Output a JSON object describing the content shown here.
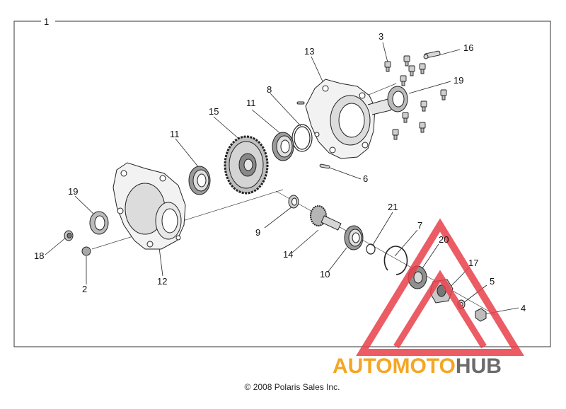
{
  "diagram": {
    "frame_label": "1",
    "callouts": [
      "3",
      "16",
      "13",
      "19",
      "8",
      "11",
      "15",
      "11",
      "6",
      "19",
      "18",
      "2",
      "12",
      "9",
      "14",
      "10",
      "21",
      "7",
      "20",
      "17",
      "5",
      "4"
    ],
    "copyright": "© 2008 Polaris Sales Inc."
  },
  "watermark": {
    "text_auto": "AUTO",
    "text_moto": "MOTO",
    "text_hub": "HUB",
    "colors": {
      "auto": "#f5a623",
      "moto": "#f5a623",
      "hub": "#6b6b6b",
      "triangle": "#e8404a"
    }
  }
}
